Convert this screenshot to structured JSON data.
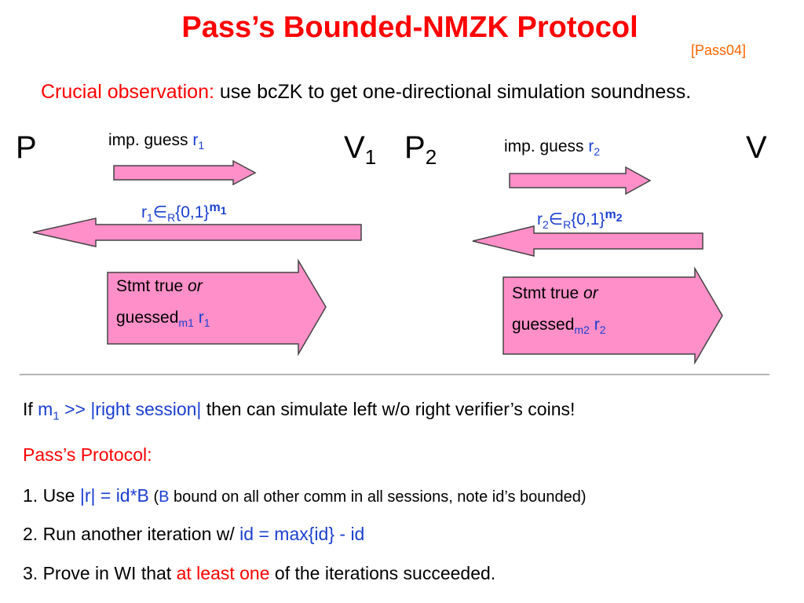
{
  "title": "Pass’s Bounded-NMZK Protocol",
  "citation": "[Pass04]",
  "observation": {
    "label": "Crucial observation:",
    "text": " use bcZK to get one-directional simulation soundness."
  },
  "left_session": {
    "prover": "P",
    "verifier": "V",
    "verifier_sub": "1",
    "guess_text": "imp. guess ",
    "guess_var": "r",
    "guess_sub": "1",
    "reply_var": "r",
    "reply_sub": "1",
    "reply_in": "∈",
    "reply_in_sub": "R",
    "reply_set": "{0,1}",
    "reply_exp": "m",
    "reply_exp_sub": "1",
    "box_line1": "Stmt true ",
    "box_or": "or",
    "box_guessed": "guessed",
    "box_guessed_sub": "m1",
    "box_var": "r",
    "box_var_sub": "1"
  },
  "right_session": {
    "prover": "P",
    "prover_sub": "2",
    "verifier": "V",
    "guess_text": "imp. guess ",
    "guess_var": "r",
    "guess_sub": "2",
    "reply_var": "r",
    "reply_sub": "2",
    "reply_in": "∈",
    "reply_in_sub": "R",
    "reply_set": "{0,1}",
    "reply_exp": "m",
    "reply_exp_sub": "2",
    "box_line1": "Stmt true ",
    "box_or": "or",
    "box_guessed": "guessed",
    "box_guessed_sub": "m2",
    "box_var": "r",
    "box_var_sub": "2"
  },
  "condition": {
    "if": "If ",
    "m": "m",
    "m_sub": "1",
    "rel": " >> |right session|",
    "rest": " then can simulate left w/o right verifier’s coins!"
  },
  "protocol": {
    "heading": "Pass’s Protocol:",
    "step1": {
      "prefix": "1. Use ",
      "formula": "|r| = id*B",
      "paren_open": "  (",
      "b": "B",
      "rest": " bound on all other comm in all sessions, note id’s bounded)"
    },
    "step2": {
      "prefix": "2. Run another iteration w/  ",
      "formula": "id = max{id} - id"
    },
    "step3": {
      "prefix": "3. Prove in WI that ",
      "highlight": "at least one",
      "rest": " of the iterations succeeded."
    }
  },
  "colors": {
    "title": "#ff0000",
    "citation": "#ff6600",
    "highlight": "#ff0000",
    "variable": "#1a3fd0",
    "arrow_fill": "#ff8fc8",
    "arrow_stroke": "#444444",
    "divider": "#888888"
  }
}
